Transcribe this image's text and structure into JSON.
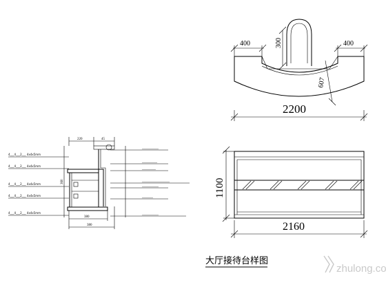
{
  "plan_view": {
    "dim_left_width": "400",
    "dim_post_height": "300",
    "dim_right_width": "400",
    "dim_depth": "607",
    "dim_total_width": "2200"
  },
  "elevation_view": {
    "dim_height": "1100",
    "dim_width": "2160"
  },
  "section_view": {
    "top_dims": [
      "220",
      "45"
    ],
    "bottom_dims": [
      "380",
      "380"
    ],
    "side_dim": "360",
    "left_notes": [
      "4___4___2___  4x4x5mm",
      "4___4___2___  4x4x5mm",
      "4___4___2___  4x4x5mm",
      "4___4___2___  4x4x5mm",
      "4___4___2___  4x4x5mm"
    ],
    "right_notes": [
      "____________",
      "___________",
      "__________",
      "____________________",
      "____________",
      "________",
      "____________"
    ]
  },
  "caption": "大厅接待台样图",
  "watermark": "zhulong.com"
}
